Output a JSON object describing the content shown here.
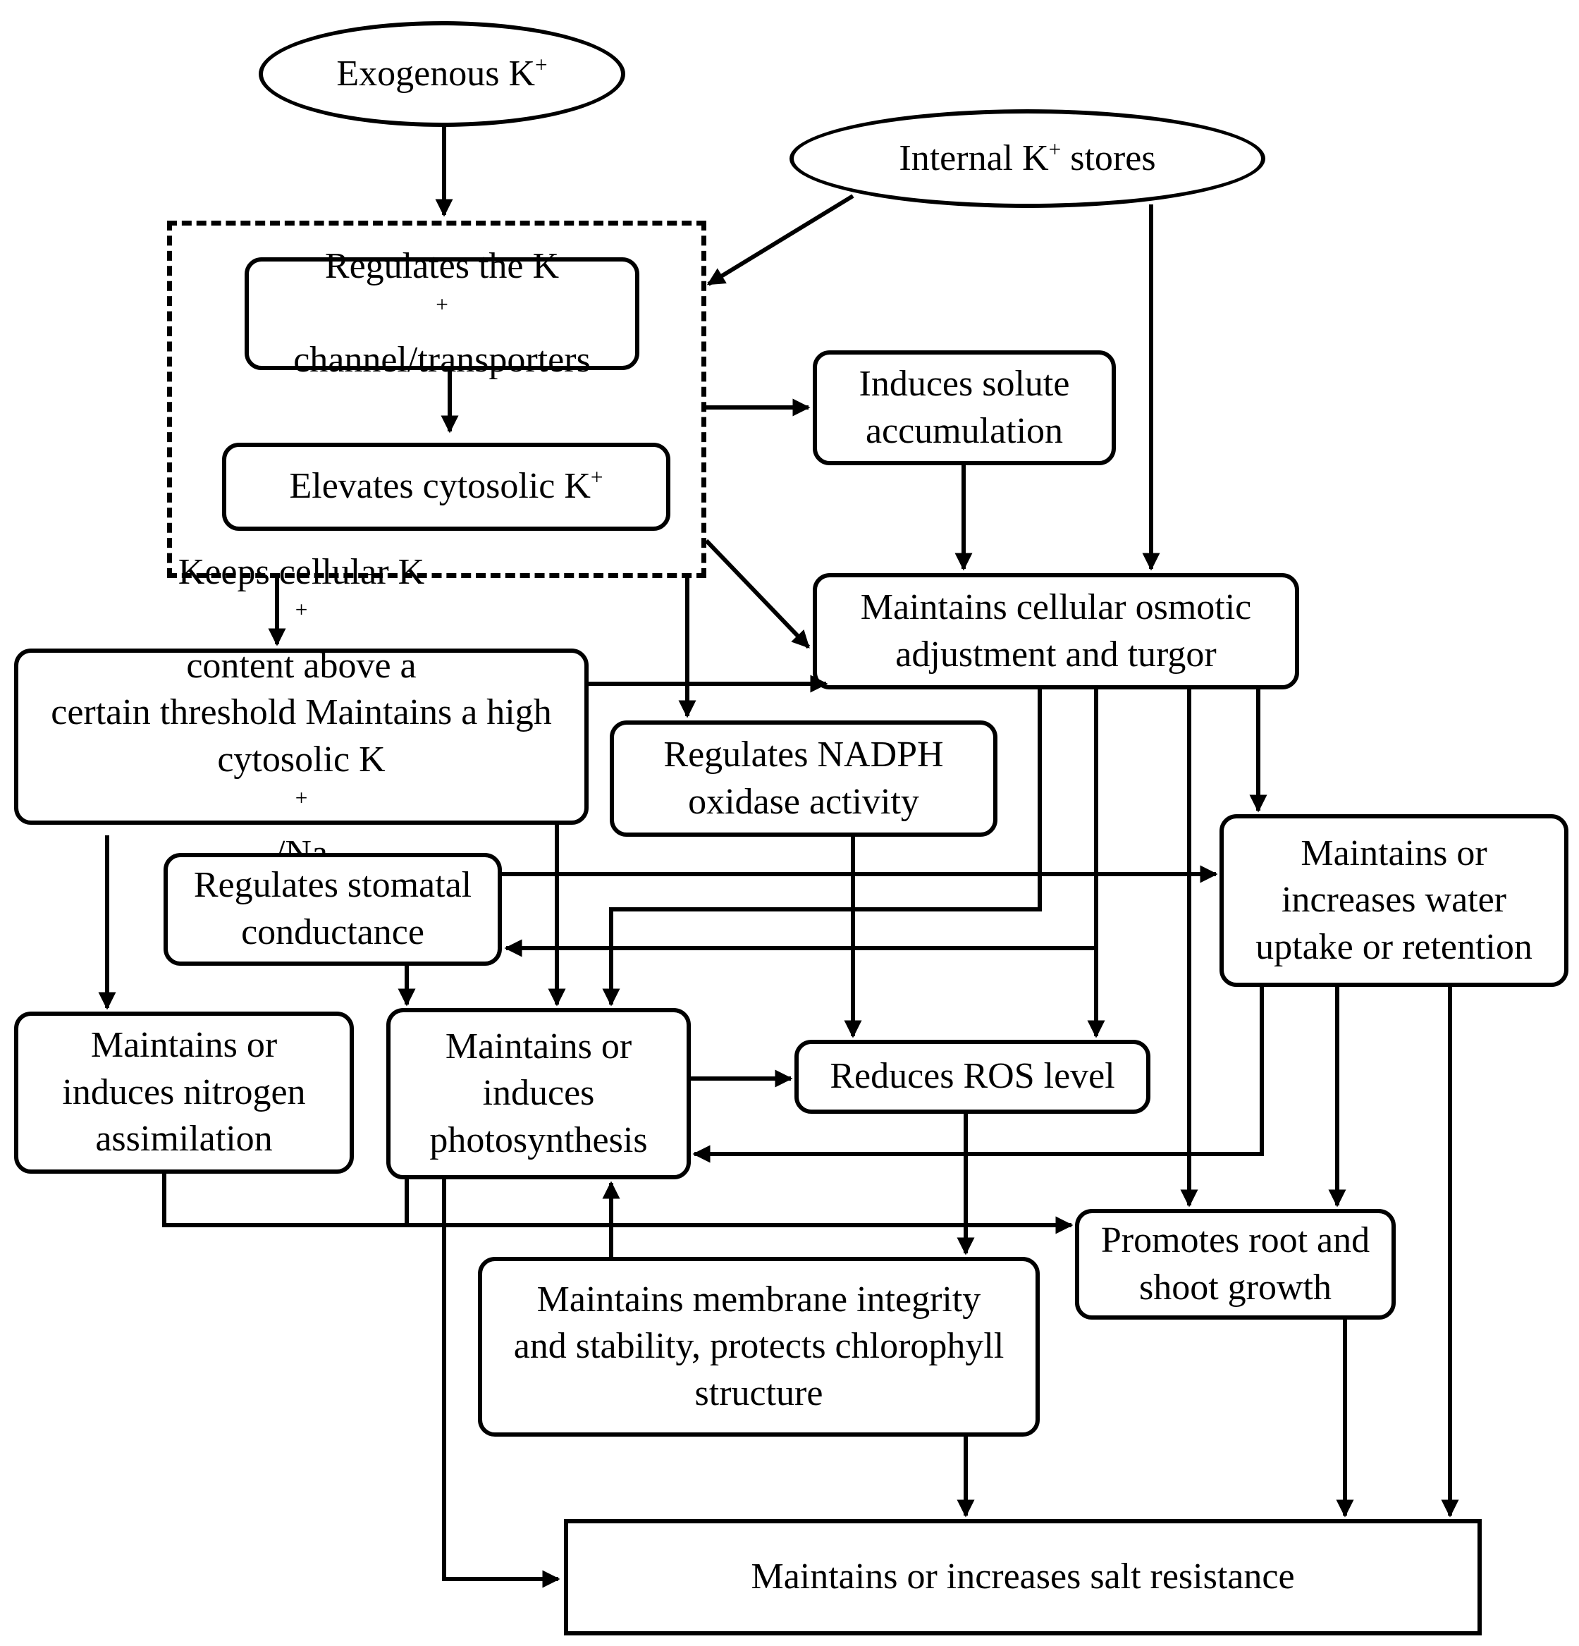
{
  "nodes": {
    "exogenous": {
      "text": "Exogenous K",
      "sup": "+"
    },
    "internal": {
      "prefix": "Internal K",
      "sup": "+",
      "suffix": " stores"
    },
    "regulates_channel": {
      "line1": "Regulates the K",
      "line1_sup": "+",
      "line2": "channel/transporters"
    },
    "elevates": {
      "text": "Elevates cytosolic K",
      "sup": "+"
    },
    "solute": {
      "line1": "Induces solute",
      "line2": "accumulation"
    },
    "osmotic": {
      "line1": "Maintains cellular osmotic",
      "line2": "adjustment and turgor"
    },
    "keeps": {
      "line1a": "Keeps cellular K",
      "line1_sup": "+",
      "line1b": " content above a",
      "line2": "certain threshold Maintains a high",
      "line3a": "cytosolic K",
      "line3_sup1": "+",
      "line3b": " /Na",
      "line3_sup2": "+"
    },
    "nadph": {
      "line1": "Regulates NADPH",
      "line2": "oxidase activity"
    },
    "water": {
      "line1": "Maintains or",
      "line2": "increases water",
      "line3": "uptake or retention"
    },
    "stomatal": {
      "line1": "Regulates stomatal",
      "line2": "conductance"
    },
    "nitrogen": {
      "line1": "Maintains or",
      "line2": "induces nitrogen",
      "line3": "assimilation"
    },
    "photosynthesis": {
      "line1": "Maintains or",
      "line2": "induces",
      "line3": "photosynthesis"
    },
    "ros": {
      "text": "Reduces ROS level"
    },
    "root": {
      "line1": "Promotes root and",
      "line2": "shoot growth"
    },
    "membrane": {
      "line1": "Maintains membrane integrity",
      "line2": "and stability, protects chlorophyll",
      "line3": "structure"
    },
    "salt": {
      "text": "Maintains or increases salt resistance"
    }
  }
}
